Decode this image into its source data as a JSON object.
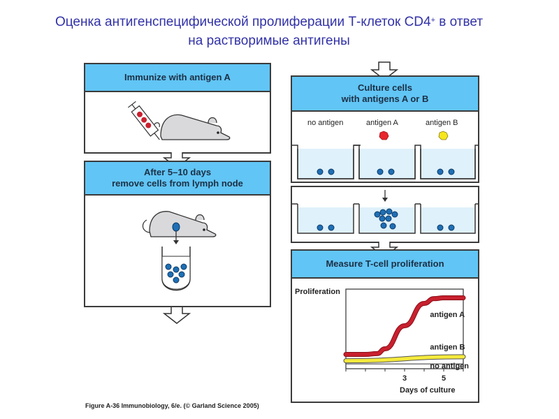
{
  "title": {
    "line1": "Оценка антигенспецифической пролиферации Т-клеток CD4",
    "sup": "+",
    "line1_end": " в ответ",
    "line2": "на растворимые антигены"
  },
  "panels": {
    "immunize": {
      "header": "Immunize with antigen A"
    },
    "remove": {
      "header_line1": "After 5–10 days",
      "header_line2": "remove cells from lymph node"
    },
    "culture": {
      "header_line1": "Culture cells",
      "header_line2": "with antigens A or B",
      "wells": [
        {
          "label": "no antigen",
          "antigen_color": null
        },
        {
          "label": "antigen A",
          "antigen_color": "#e8262e"
        },
        {
          "label": "antigen B",
          "antigen_color": "#f5e61e"
        }
      ]
    },
    "measure": {
      "header": "Measure T-cell proliferation"
    }
  },
  "colors": {
    "header_bg": "#61c5f5",
    "well_fill": "#dff1fb",
    "cell": "#1f6fb5",
    "antigen_a": "#c8202e",
    "antigen_b": "#f5ea3c",
    "title": "#3232a8"
  },
  "chart_data": {
    "type": "line",
    "ylabel": "Proliferation",
    "xlabel": "Days of culture",
    "xlim": [
      0,
      6
    ],
    "ylim": [
      0,
      10
    ],
    "tick_labels": [
      "3",
      "5"
    ],
    "tick_values": [
      3,
      5
    ],
    "series": [
      {
        "name": "antigen A",
        "x": [
          0,
          1,
          1.6,
          2,
          3,
          4,
          4.5,
          5,
          6
        ],
        "y": [
          1.8,
          1.8,
          1.9,
          2.5,
          5.4,
          8.2,
          8.8,
          8.9,
          8.9
        ]
      },
      {
        "name": "antigen B",
        "x": [
          0,
          6
        ],
        "y": [
          1.0,
          1.5
        ]
      },
      {
        "name": "no antigen",
        "x": [
          0,
          6
        ],
        "y": [
          0.6,
          0.6
        ]
      }
    ]
  },
  "caption": "Figure A-36  Immunobiology, 6/e. (© Garland Science 2005)"
}
